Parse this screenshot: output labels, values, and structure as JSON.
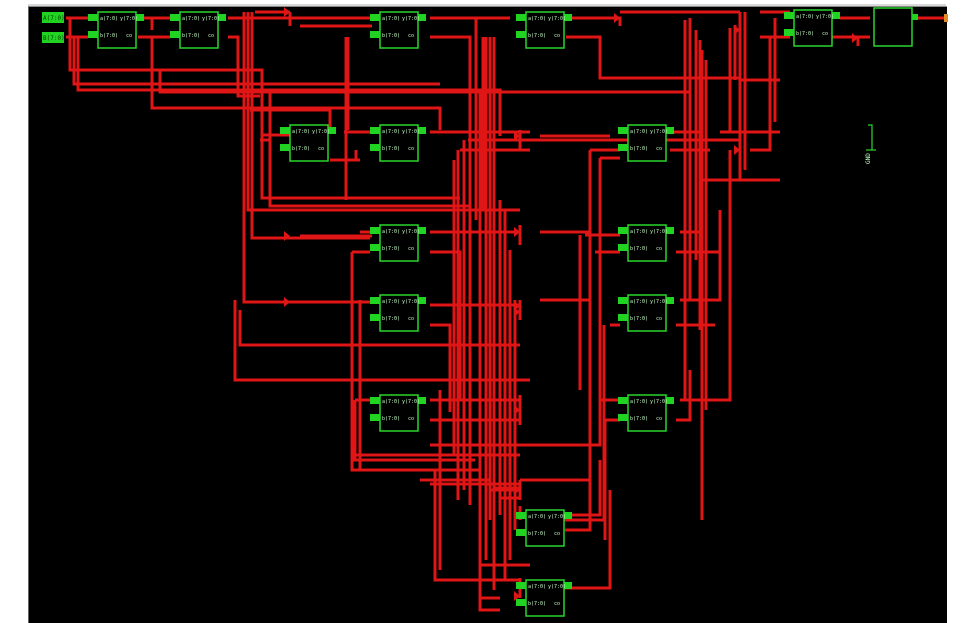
{
  "schematic": {
    "inputs": [
      {
        "id": "in-a",
        "label": "A(7:0)"
      },
      {
        "id": "in-b",
        "label": "B(7:0)"
      }
    ],
    "cell_pins": {
      "in_a": "a(7:0)",
      "in_b": "b(7:0)",
      "out_y": "y(7:0)",
      "out_c": "co"
    },
    "ground_label": "GND",
    "colors": {
      "background": "#000000",
      "wire": "#e01515",
      "block": "#2bd62b",
      "pad": "#22d422"
    }
  }
}
